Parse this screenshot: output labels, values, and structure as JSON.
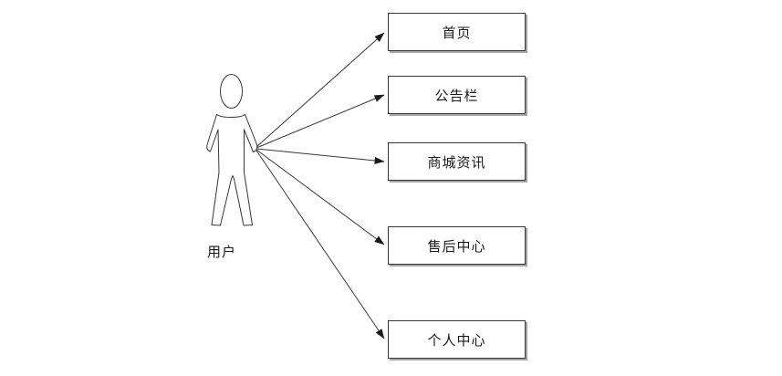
{
  "diagram_type": "use-case-diagram",
  "colors": {
    "background": "#ffffff",
    "line": "#383838",
    "box_border": "#383838",
    "box_fill": "#ffffff",
    "box_shadow": "#a6a6a6",
    "text": "#1a1a1a"
  },
  "actor": {
    "label": "用户"
  },
  "usecases": [
    {
      "label": "首页"
    },
    {
      "label": "公告栏"
    },
    {
      "label": "商城资讯"
    },
    {
      "label": "售后中心"
    },
    {
      "label": "个人中心"
    }
  ],
  "connections": [
    {
      "from": "用户",
      "to": "首页"
    },
    {
      "from": "用户",
      "to": "公告栏"
    },
    {
      "from": "用户",
      "to": "商城资讯"
    },
    {
      "from": "用户",
      "to": "售后中心"
    },
    {
      "from": "用户",
      "to": "个人中心"
    }
  ]
}
